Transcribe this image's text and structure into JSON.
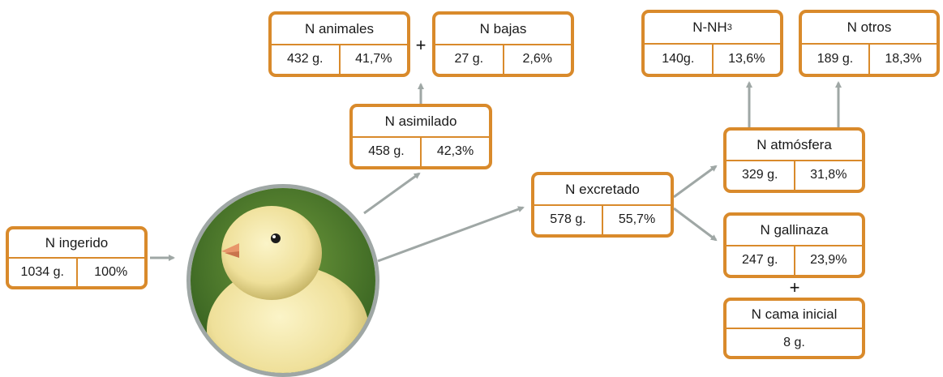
{
  "nodes": {
    "ingerido": {
      "title": "N ingerido",
      "grams": "1034 g.",
      "pct": "100%"
    },
    "animales": {
      "title": "N animales",
      "grams": "432 g.",
      "pct": "41,7%"
    },
    "bajas": {
      "title": "N bajas",
      "grams": "27 g.",
      "pct": "2,6%"
    },
    "asimilado": {
      "title": "N asimilado",
      "grams": "458 g.",
      "pct": "42,3%"
    },
    "excretado": {
      "title": "N excretado",
      "grams": "578 g.",
      "pct": "55,7%"
    },
    "nh3": {
      "title_prefix": "N-NH",
      "title_sub": "3",
      "grams": "140g.",
      "pct": "13,6%"
    },
    "otros": {
      "title": "N otros",
      "grams": "189 g.",
      "pct": "18,3%"
    },
    "atmosfera": {
      "title": "N atmósfera",
      "grams": "329 g.",
      "pct": "31,8%"
    },
    "gallinaza": {
      "title": "N gallinaza",
      "grams": "247 g.",
      "pct": "23,9%"
    },
    "cama": {
      "title": "N cama inicial",
      "grams": "8 g."
    }
  },
  "operators": {
    "plus": "+"
  },
  "image": {
    "subject": "chick-photo"
  },
  "colors": {
    "box_border": "#d98a2b",
    "arrow": "#9fa7a5"
  }
}
